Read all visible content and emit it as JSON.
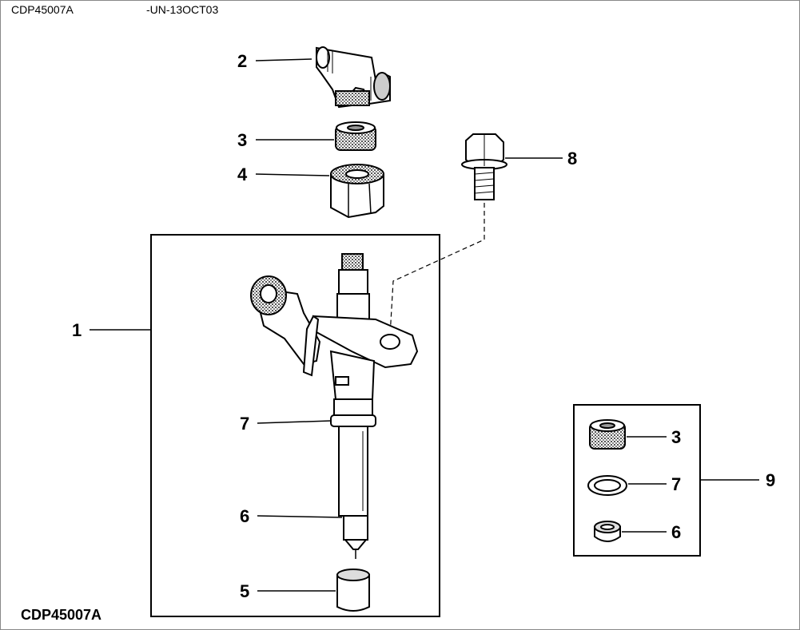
{
  "header": {
    "figure_code": "CDP45007A",
    "date_code": "-UN-13OCT03"
  },
  "footer": {
    "figure_code": "CDP45007A"
  },
  "callouts": {
    "c1": "1",
    "c2": "2",
    "c3": "3",
    "c4": "4",
    "c5": "5",
    "c6": "6",
    "c7": "7",
    "c8": "8",
    "c9": "9",
    "kit_c3": "3",
    "kit_c7": "7",
    "kit_c6": "6"
  },
  "icons": [
    "tee-fitting-icon",
    "seal-washer-icon",
    "nut-icon",
    "bolt-icon",
    "injector-icon",
    "o-ring-icon",
    "sealing-ring-icon",
    "nozzle-cap-icon"
  ]
}
